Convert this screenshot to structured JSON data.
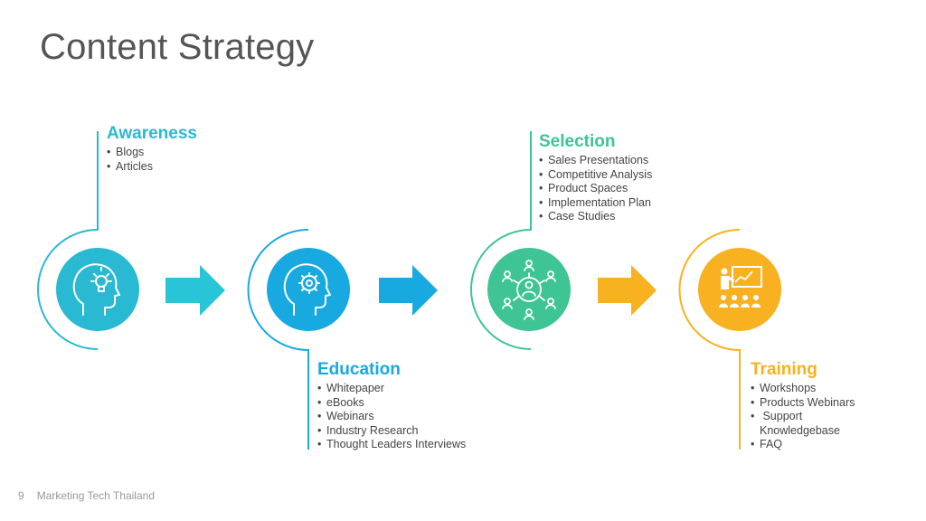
{
  "title": "Content Strategy",
  "colors": {
    "awareness": "#2ab9d2",
    "education": "#18a9e1",
    "selection": "#3ec495",
    "training": "#f8b121",
    "title": "#555555",
    "footer": "#999999"
  },
  "stages": [
    {
      "title": "Awareness",
      "color": "#2ab9d2",
      "icon": "head-lightbulb-icon",
      "items": [
        "Blogs",
        "Articles"
      ]
    },
    {
      "title": "Education",
      "color": "#18a9e1",
      "icon": "head-gear-icon",
      "items": [
        "Whitepaper",
        "eBooks",
        "Webinars",
        "Industry Research",
        "Thought Leaders Interviews"
      ]
    },
    {
      "title": "Selection",
      "color": "#3ec495",
      "icon": "people-network-icon",
      "items": [
        "Sales Presentations",
        "Competitive Analysis",
        "Product Spaces",
        "Implementation Plan",
        "Case Studies"
      ]
    },
    {
      "title": "Training",
      "color": "#f8b121",
      "icon": "presentation-audience-icon",
      "items": [
        "Workshops",
        "Products Webinars",
        " Support\nKnowledgebase",
        "FAQ"
      ]
    }
  ],
  "footer": {
    "page_number": "9",
    "text": "Marketing Tech Thailand"
  }
}
